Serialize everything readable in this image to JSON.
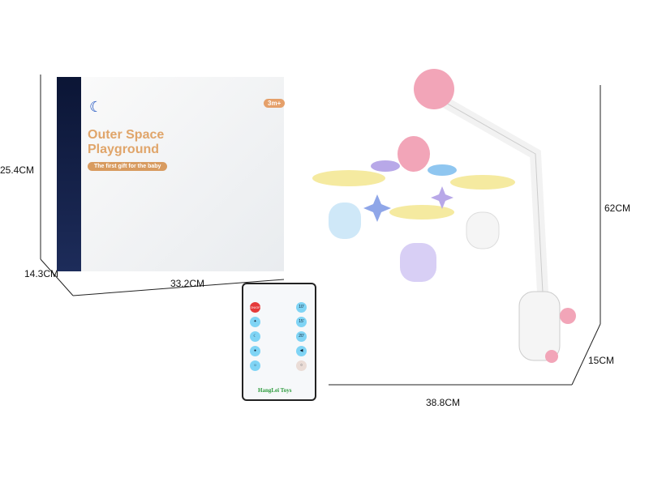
{
  "box": {
    "title_line1": "Outer Space",
    "title_line2": "Playground",
    "tagline": "The first gift for the baby",
    "age": "3m+"
  },
  "box_dimensions": {
    "height": "25.4CM",
    "depth": "14.3CM",
    "width": "33.2CM"
  },
  "product_dimensions": {
    "height": "62CM",
    "depth": "15CM",
    "width": "38.8CM"
  },
  "remote": {
    "left_buttons": [
      "ON/OFF",
      "light-icon",
      "moon-icon",
      "drop-icon",
      "sun-icon"
    ],
    "right_buttons": [
      "10'",
      "15'",
      "20'",
      "speaker-icon",
      "cycle-icon"
    ],
    "brand": "HangLei Toys"
  },
  "colors": {
    "pink": "#f2a5b8",
    "yellow": "#f5eaa0",
    "blue": "#8fc6f0",
    "purple": "#b8a8e8",
    "box_title": "#e0a56a"
  }
}
